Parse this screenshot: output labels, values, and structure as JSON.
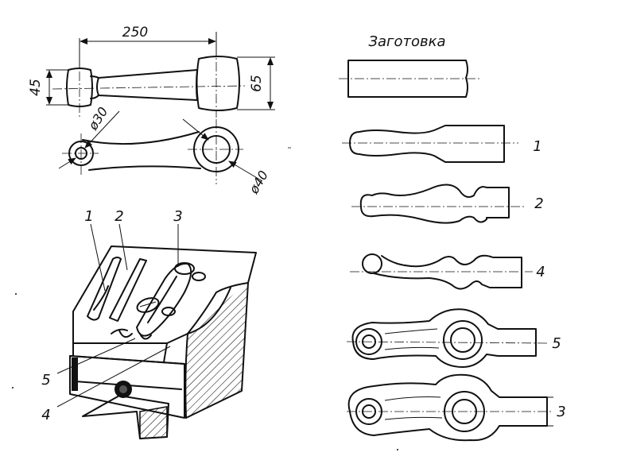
{
  "dimensions": {
    "length": "250",
    "left_height": "45",
    "right_height": "65",
    "small_hole": "ø30",
    "large_hole": "ø40"
  },
  "blank_label": "Заготовка",
  "stage_labels": [
    "1",
    "2",
    "4",
    "5",
    "3"
  ],
  "die_callouts": {
    "top": [
      "1",
      "2",
      "3"
    ],
    "bottom": [
      "5",
      "4"
    ]
  }
}
